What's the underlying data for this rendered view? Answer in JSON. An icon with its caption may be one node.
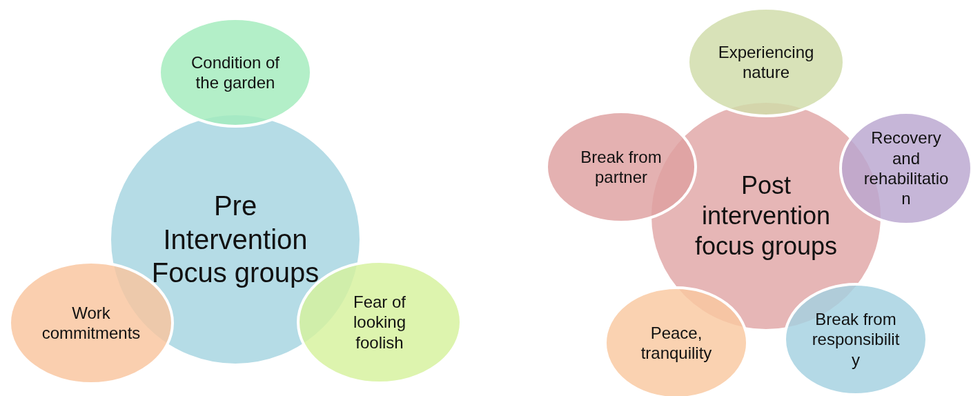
{
  "diagram": {
    "nodes": [
      {
        "text": [
          "Pre Intervention Focus groups"
        ]
      },
      {
        "text": [
          "Condition of the garden"
        ]
      },
      {
        "text": [
          "Work commitments"
        ]
      },
      {
        "text": [
          "Fear of looking foolish"
        ]
      },
      {
        "text": [
          "Post intervention focus groups"
        ]
      },
      {
        "text": [
          "Experiencing nature"
        ]
      },
      {
        "text": [
          "Break from partner"
        ]
      },
      {
        "text": [
          "Recovery and rehabilitation"
        ]
      },
      {
        "text": [
          "Peace, tranquility"
        ]
      },
      {
        "text": [
          "Break from responsibility"
        ]
      }
    ]
  }
}
